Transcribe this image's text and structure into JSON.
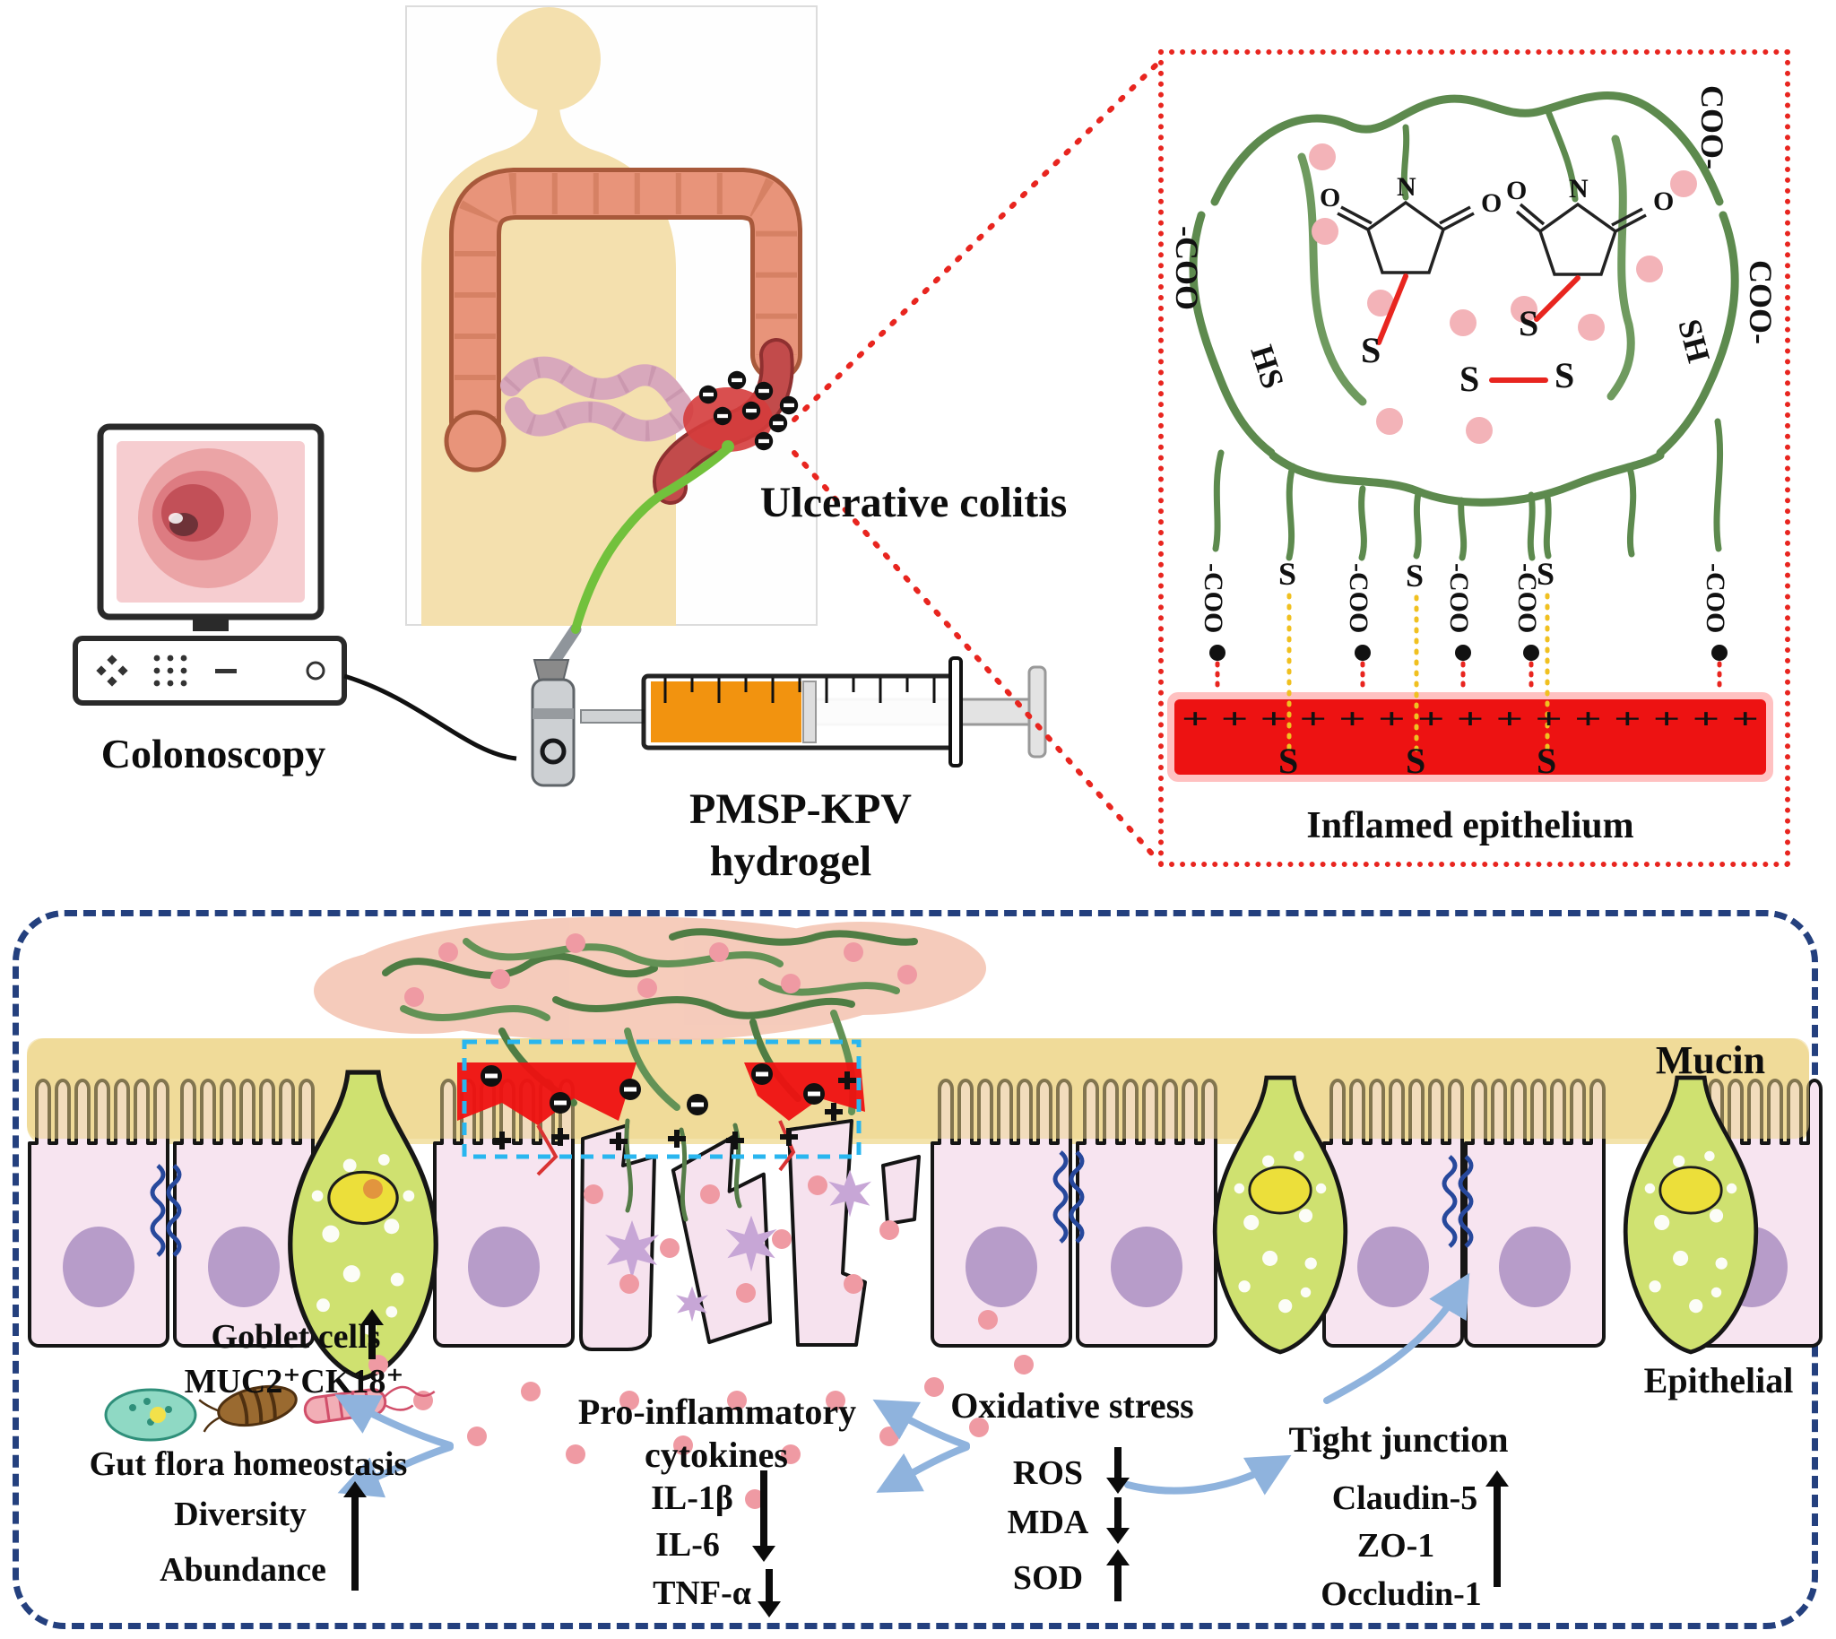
{
  "colors": {
    "accent_red": "#e8251f",
    "navy_border": "#24407e",
    "cyan_box": "#29b6ef",
    "chain_green": "#5d8a4e",
    "hydrogel_orange": "#f2930f",
    "cytokine_pink": "#ef9aa3"
  },
  "top": {
    "colonoscopy_label": "Colonoscopy",
    "ulcerative_colitis_label": "Ulcerative colitis",
    "hydrogel_label_line1": "PMSP-KPV",
    "hydrogel_label_line2": "hydrogel"
  },
  "inset": {
    "caption": "Inflamed epithelium",
    "labels": {
      "coo_dash": "COO-",
      "dash_coo": "-COO",
      "hs": "HS",
      "sh": "SH",
      "s": "S",
      "n": "N",
      "o": "O",
      "plus_row": "+ + + + + + + + + + + + + + +"
    }
  },
  "bottom": {
    "mucin_label": "Mucin",
    "epithelial_label": "Epithelial",
    "goblet": {
      "title": "Goblet cells",
      "arrow": "up",
      "marker": "MUC2⁺CK18⁺"
    },
    "gut_flora": {
      "title": "Gut flora homeostasis",
      "item1": "Diversity",
      "item2": "Abundance",
      "arrow": "up"
    },
    "cytokines": {
      "title_line1": "Pro-inflammatory",
      "title_line2": "cytokines",
      "item1": "IL-1β",
      "item2": "IL-6",
      "item3": "TNF-α",
      "arrow_items": "down",
      "arrow_tnf": "down"
    },
    "oxidative": {
      "title": "Oxidative stress",
      "item1": "ROS",
      "item2": "MDA",
      "item3": "SOD",
      "arrow1": "down",
      "arrow2": "down",
      "arrow3": "up"
    },
    "tight_junction": {
      "title": "Tight junction",
      "item1": "Claudin-5",
      "item2": "ZO-1",
      "item3": "Occludin-1",
      "arrow": "up"
    }
  }
}
